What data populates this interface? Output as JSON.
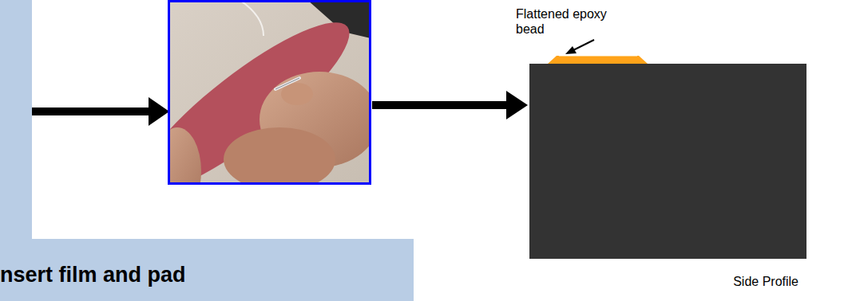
{
  "diagram": {
    "nodes": [
      {
        "text": [
          "nsert film and pad"
        ]
      },
      {
        "text": [
          "Side Profile"
        ]
      }
    ],
    "labels": [
      "Flattened epoxy bead"
    ]
  }
}
